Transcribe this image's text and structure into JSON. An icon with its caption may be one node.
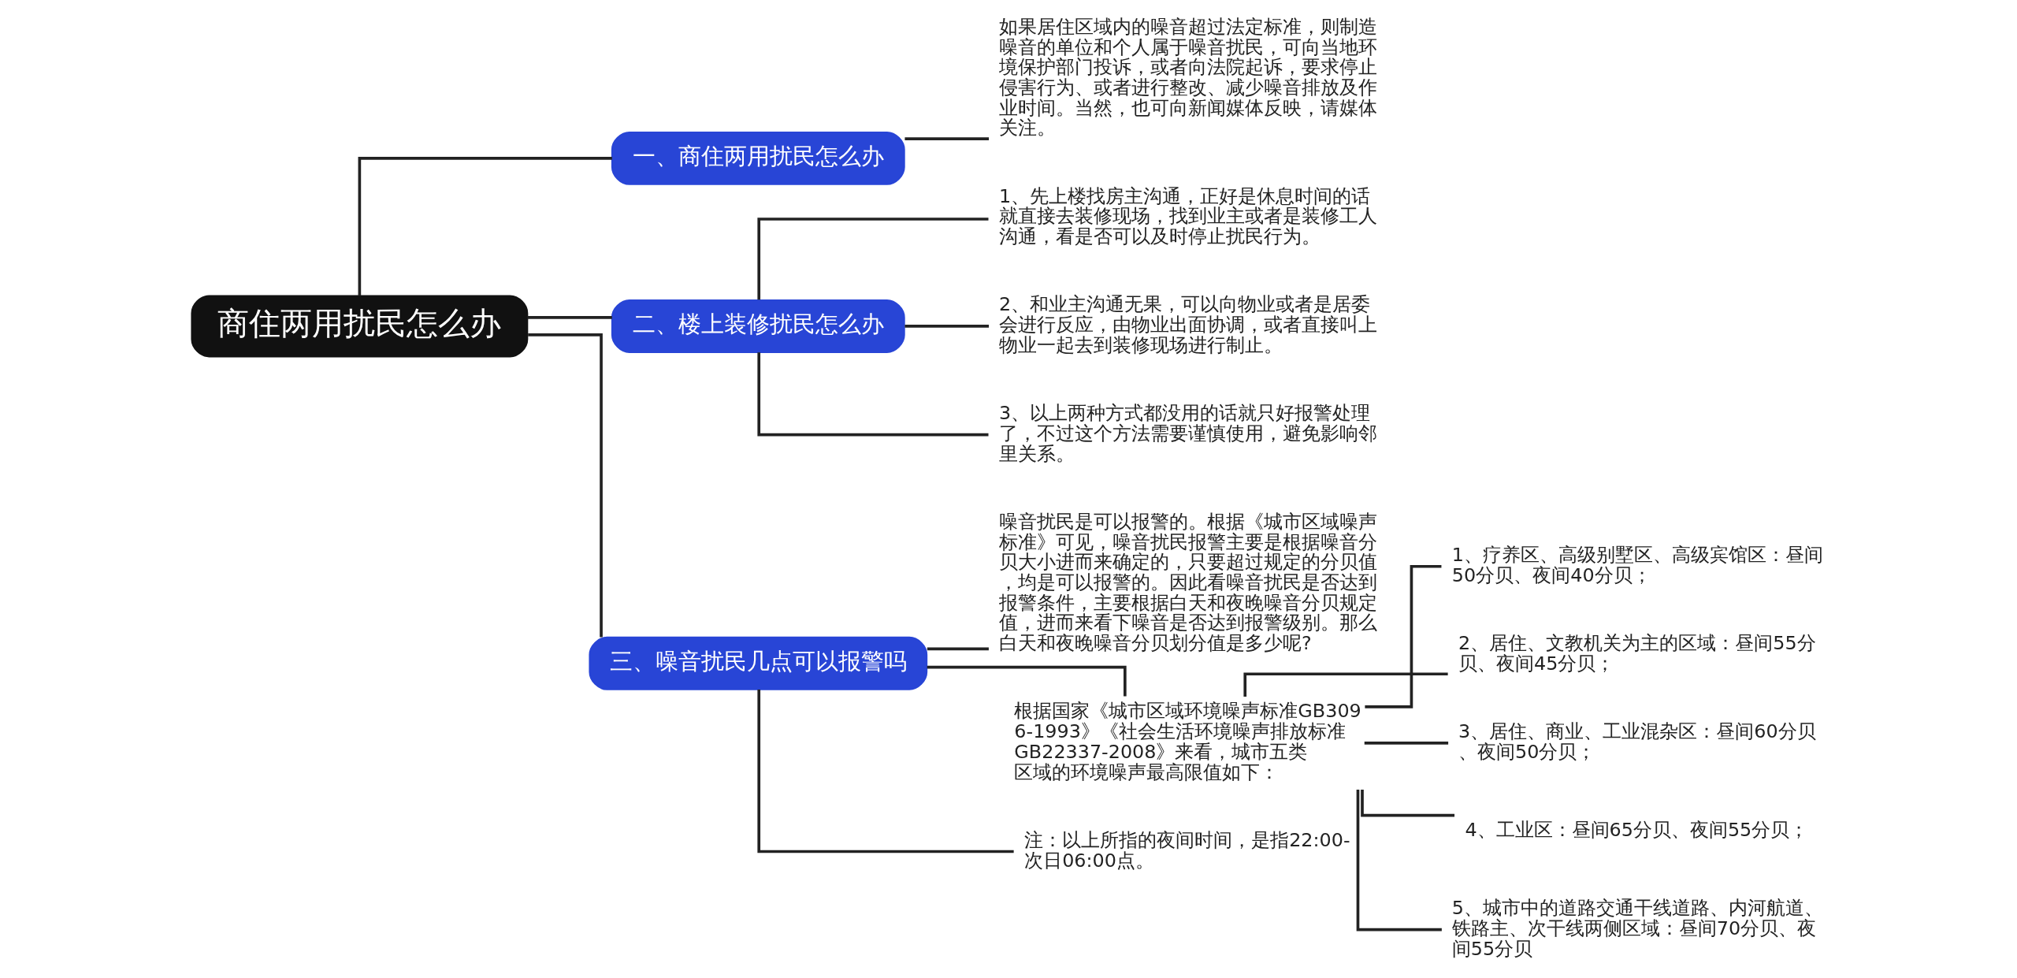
{
  "diagram": {
    "nodes": [
      {
        "text": [
          "商住两用扰民怎么办"
        ]
      },
      {
        "text": [
          "一、商住两用扰民怎么办"
        ]
      },
      {
        "text": [
          "如果居住区域内的噪音超过法定标准，则制造噪音的单位和个人属于噪音扰民，可向当地环境保护部门投诉，或者向法院起诉，要求停止侵害行为、或者进行整改、减少噪音排放及作业时间。当然，也可向新闻媒体反映，请媒体关注。"
        ]
      },
      {
        "text": [
          "二、楼上装修扰民怎么办"
        ]
      },
      {
        "text": [
          "1、先上楼找房主沟通，正好是休息时间的话就直接去装修现场，找到业主或者是装修工人沟通，看是否可以及时停止扰民行为。"
        ]
      },
      {
        "text": [
          "2、和业主沟通无果，可以向物业或者是居委会进行反应，由物业出面协调，或者直接叫上物业一起去到装修现场进行制止。"
        ]
      },
      {
        "text": [
          "3、以上两种方式都没用的话就只好报警处理了，不过这个方法需要谨慎使用，避免影响邻里关系。"
        ]
      },
      {
        "text": [
          "三、噪音扰民几点可以报警吗"
        ]
      },
      {
        "text": [
          "噪音扰民是可以报警的。根据《城市区域噪声标准》可见，噪音扰民报警主要是根据噪音分贝大小进而来确定的，只要超过规定的分贝值，均是可以报警的。因此看噪音扰民是否达到报警条件，主要根据白天和夜晚噪音分贝规定值，进而来看下噪音是否达到报警级别。那么白天和夜晚噪音分贝划分值是多少呢?"
        ]
      },
      {
        "text": [
          "根据国家《城市区域环境噪声标准GB3096-1993》《社会生活环境噪声排放标准GB22337-2008》来看，城市五类区域的环境噪声最高限值如下："
        ]
      },
      {
        "text": [
          "1、疗养区、高级别墅区、高级宾馆区：昼间50分贝、夜间40分贝；"
        ]
      },
      {
        "text": [
          "2、居住、文教机关为主的区域：昼间55分贝、夜间45分贝；"
        ]
      },
      {
        "text": [
          "3、居住、商业、工业混杂区：昼间60分贝、夜间50分贝；"
        ]
      },
      {
        "text": [
          "4、工业区：昼间65分贝、夜间55分贝；"
        ]
      },
      {
        "text": [
          "5、城市中的道路交通干线道路、内河航道、铁路主、次干线两侧区域：昼间70分贝、夜间55分贝"
        ]
      },
      {
        "text": [
          "注：以上所指的夜间时间，是指22:00-次日06:00点。"
        ]
      }
    ],
    "edges": [
      {
        "from": 0,
        "to": 1,
        "arrow": "none"
      },
      {
        "from": 1,
        "to": 2,
        "arrow": "none"
      },
      {
        "from": 0,
        "to": 3,
        "arrow": "none"
      },
      {
        "from": 3,
        "to": 4,
        "arrow": "none"
      },
      {
        "from": 3,
        "to": 5,
        "arrow": "none"
      },
      {
        "from": 3,
        "to": 6,
        "arrow": "none"
      },
      {
        "from": 0,
        "to": 7,
        "arrow": "none"
      },
      {
        "from": 7,
        "to": 8,
        "arrow": "none"
      },
      {
        "from": 7,
        "to": 9,
        "arrow": "none"
      },
      {
        "from": 9,
        "to": 10,
        "arrow": "none"
      },
      {
        "from": 9,
        "to": 11,
        "arrow": "none"
      },
      {
        "from": 9,
        "to": 12,
        "arrow": "none"
      },
      {
        "from": 9,
        "to": 13,
        "arrow": "none"
      },
      {
        "from": 9,
        "to": 14,
        "arrow": "none"
      },
      {
        "from": 7,
        "to": 15,
        "arrow": "none"
      }
    ]
  }
}
